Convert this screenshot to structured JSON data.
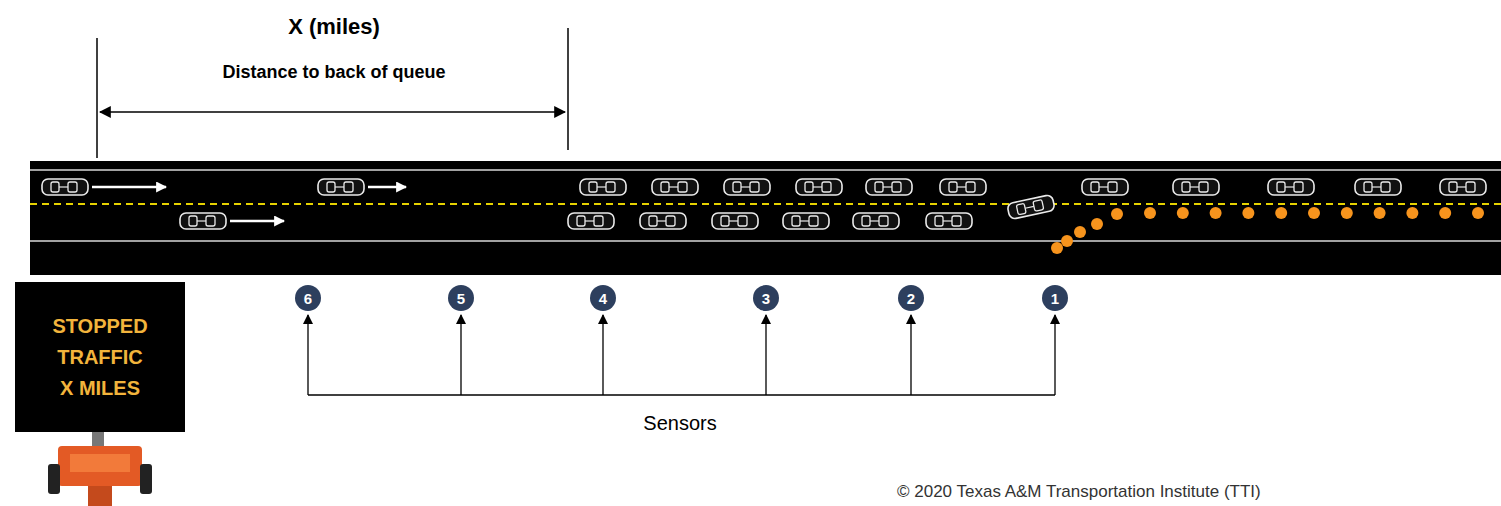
{
  "diagram": {
    "nodes": [
      {
        "text": [
          "STOPPED TRAFFIC X MILES"
        ]
      },
      {
        "text": [
          "6"
        ]
      },
      {
        "text": [
          "5"
        ]
      },
      {
        "text": [
          "4"
        ]
      },
      {
        "text": [
          "3"
        ]
      },
      {
        "text": [
          "2"
        ]
      },
      {
        "text": [
          "1"
        ]
      }
    ],
    "labels": [
      "X (miles)",
      "Distance to back of queue",
      "Sensors",
      "© 2020 Texas A&M Transportation Institute (TTI)"
    ]
  }
}
